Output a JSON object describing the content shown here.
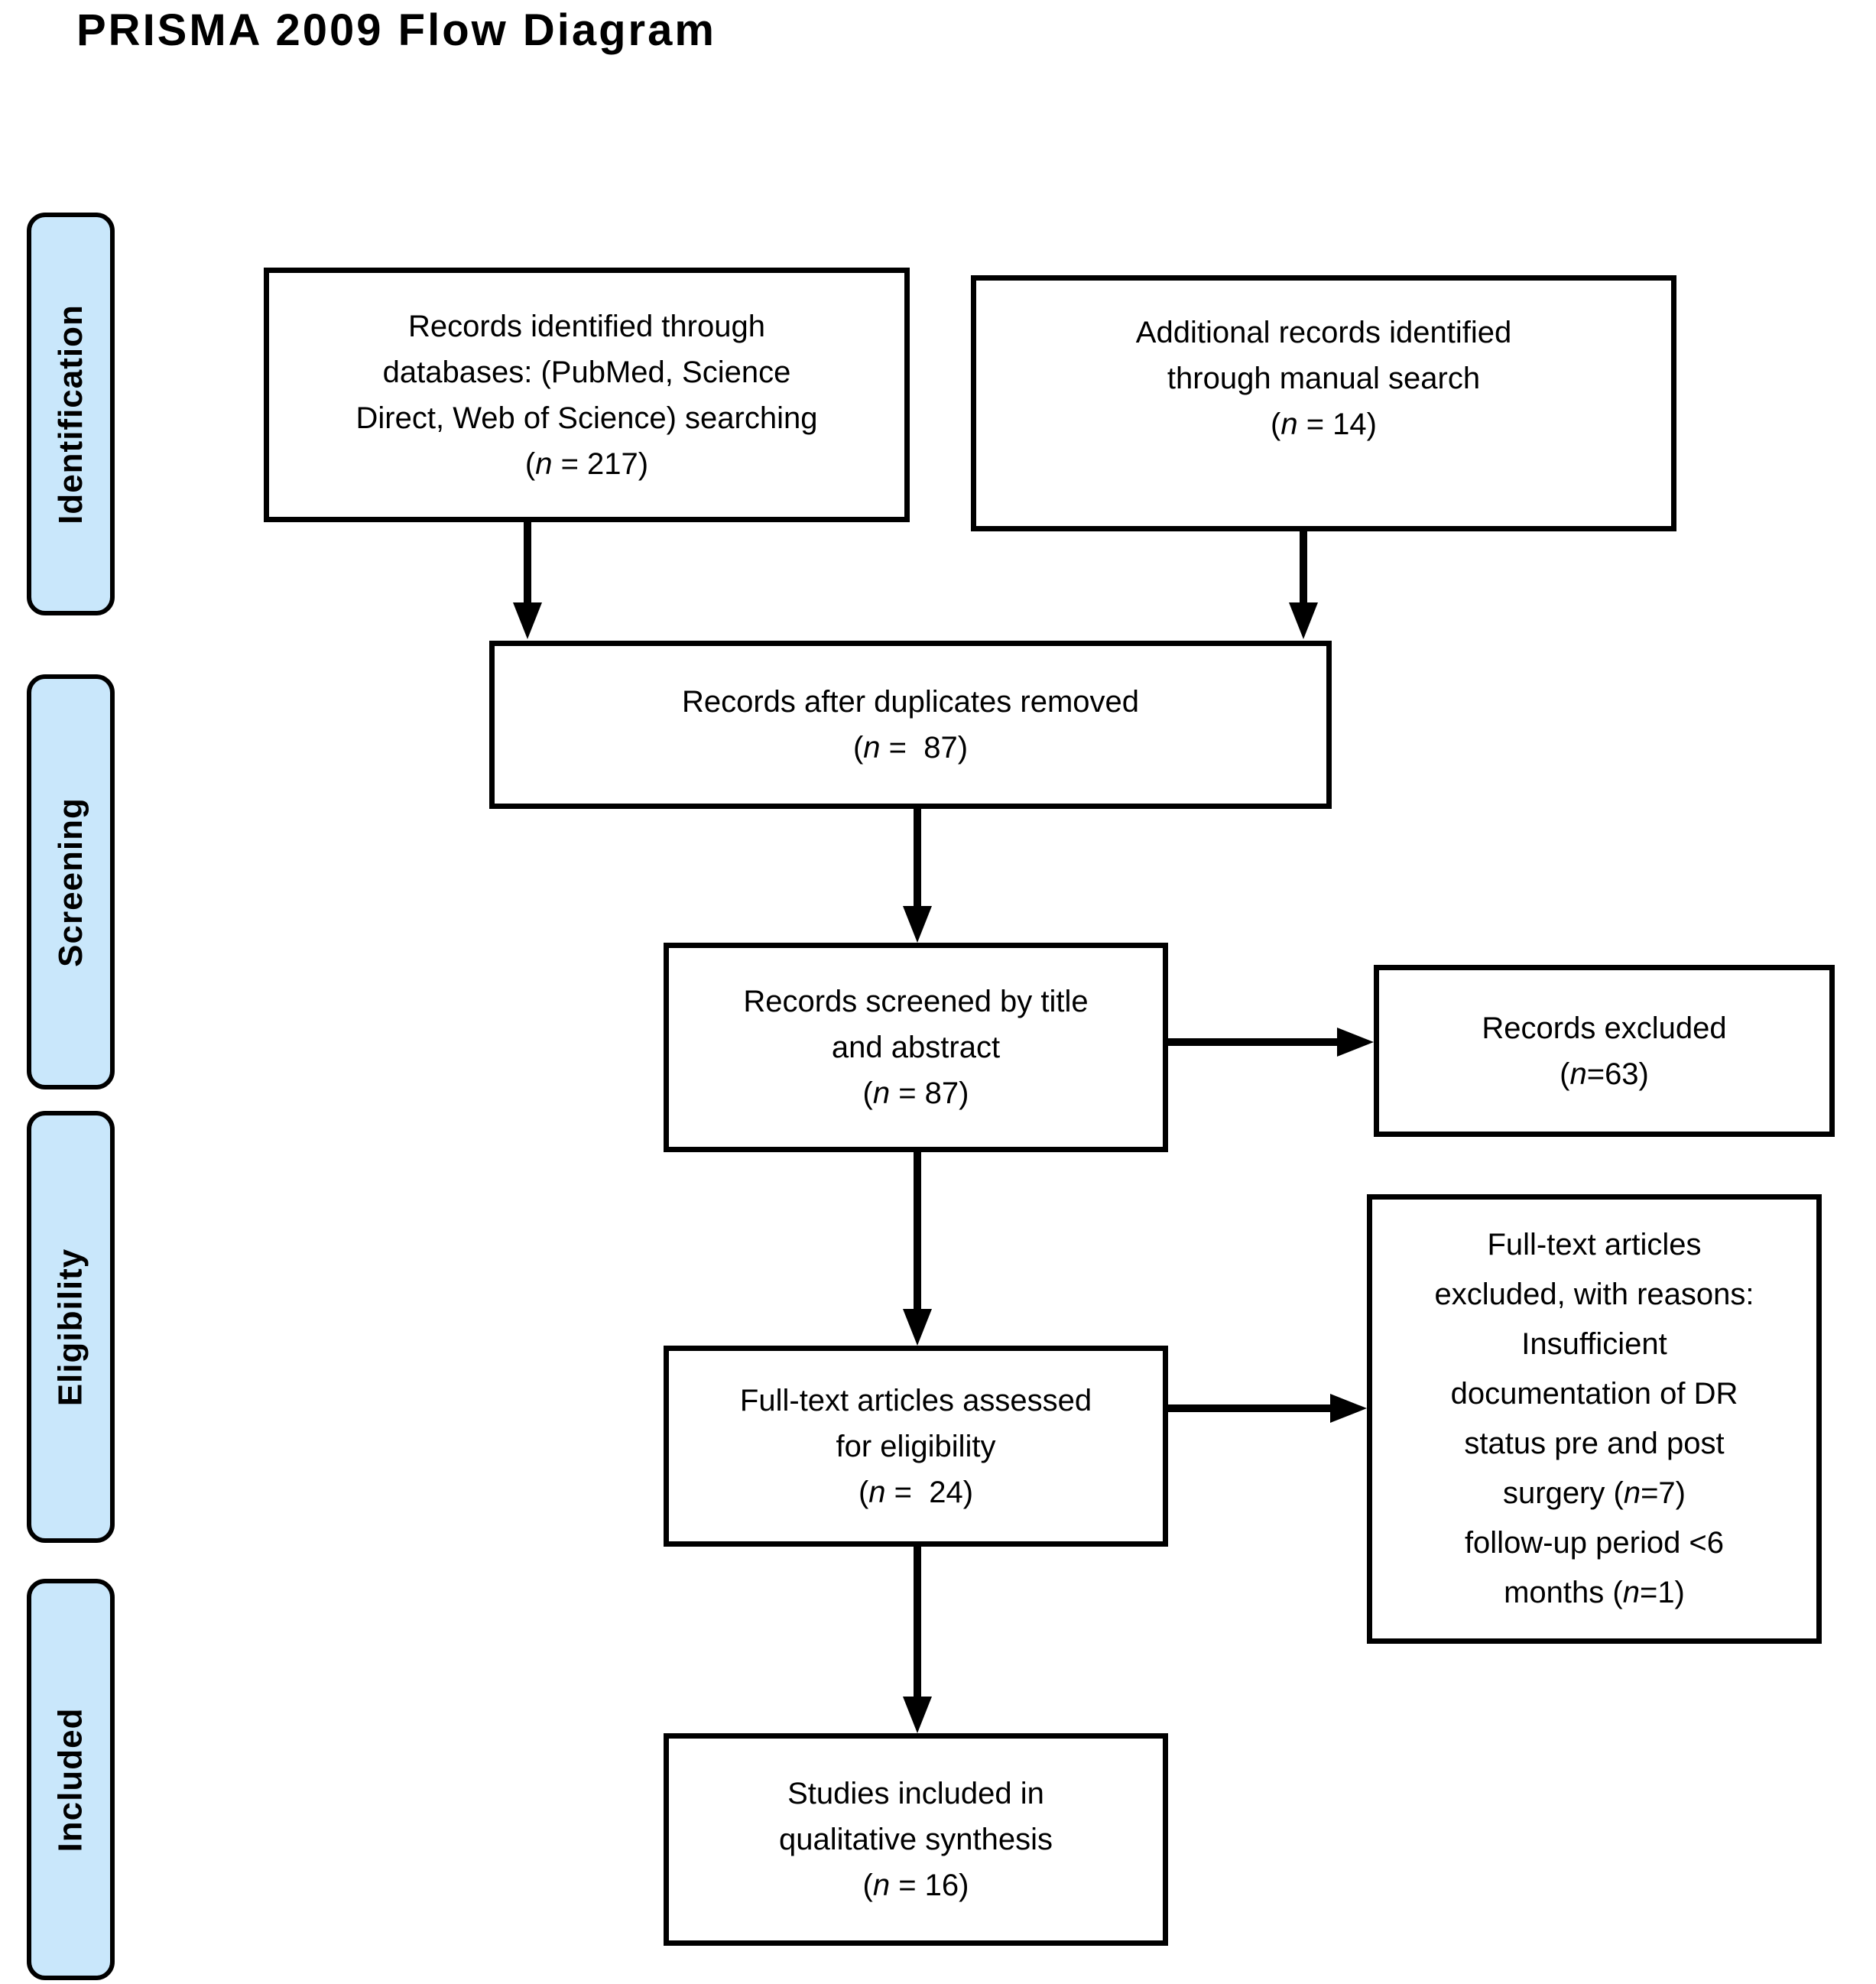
{
  "title": "PRISMA 2009 Flow Diagram",
  "stages": [
    {
      "label": "Identification"
    },
    {
      "label": "Screening"
    },
    {
      "label": "Eligibility"
    },
    {
      "label": "Included"
    }
  ],
  "boxes": {
    "records_identified": {
      "n_value": 217,
      "segments": [
        {
          "t": "Records identified through\ndatabases: (PubMed, Science\nDirect, Web of Science) searching\n("
        },
        {
          "t": "n",
          "i": true
        },
        {
          "t": " = 217)"
        }
      ]
    },
    "additional_records": {
      "n_value": 14,
      "segments": [
        {
          "t": "Additional records identified\nthrough manual search\n("
        },
        {
          "t": "n",
          "i": true
        },
        {
          "t": " = 14)"
        }
      ]
    },
    "after_duplicates": {
      "n_value": 87,
      "segments": [
        {
          "t": "Records after duplicates removed\n("
        },
        {
          "t": "n",
          "i": true
        },
        {
          "t": " =  87)"
        }
      ]
    },
    "records_screened": {
      "n_value": 87,
      "segments": [
        {
          "t": "Records screened by title\nand abstract\n("
        },
        {
          "t": "n",
          "i": true
        },
        {
          "t": " = 87)"
        }
      ]
    },
    "records_excluded": {
      "n_value": 63,
      "segments": [
        {
          "t": "Records excluded\n("
        },
        {
          "t": "n",
          "i": true
        },
        {
          "t": "=63)"
        }
      ]
    },
    "fulltext_assessed": {
      "n_value": 24,
      "segments": [
        {
          "t": "Full-text articles assessed\nfor eligibility\n("
        },
        {
          "t": "n",
          "i": true
        },
        {
          "t": " =  24)"
        }
      ]
    },
    "fulltext_excluded": {
      "n_values": [
        7,
        1
      ],
      "segments": [
        {
          "t": "Full-text articles\nexcluded, with reasons:\nInsufficient\ndocumentation of DR\nstatus pre and post\nsurgery ("
        },
        {
          "t": "n",
          "i": true
        },
        {
          "t": "=7)\nfollow-up period <6\nmonths ("
        },
        {
          "t": "n",
          "i": true
        },
        {
          "t": "=1)"
        }
      ]
    },
    "studies_included": {
      "n_value": 16,
      "segments": [
        {
          "t": "Studies included in\nqualitative synthesis\n("
        },
        {
          "t": "n",
          "i": true
        },
        {
          "t": " = 16)"
        }
      ]
    }
  },
  "colors": {
    "stage_fill": "#c9e7fb",
    "border": "#000000",
    "arrow": "#000000",
    "text": "#000000",
    "background": "#ffffff"
  }
}
